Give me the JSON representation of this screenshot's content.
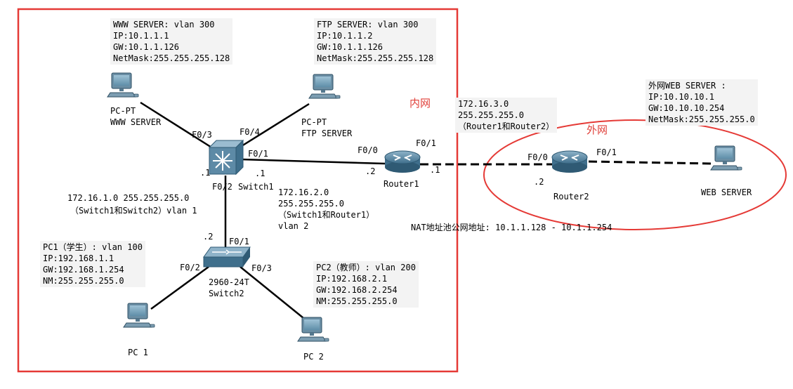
{
  "zones": {
    "inner_label": "内网",
    "outer_label": "外网"
  },
  "colors": {
    "zone_border": "#e53a36",
    "link": "#000000",
    "zone_text": "#e0403a",
    "note_bg": "#f3f3f3"
  },
  "devices": {
    "www_pc": {
      "line1": "PC-PT",
      "line2": "WWW SERVER",
      "icon": "pc-icon"
    },
    "ftp_pc": {
      "line1": "PC-PT",
      "line2": "FTP SERVER",
      "icon": "pc-icon"
    },
    "switch1": {
      "label": "Switch1",
      "icon": "multilayer-switch-icon"
    },
    "switch2": {
      "line1": "2960-24T",
      "line2": "Switch2",
      "icon": "switch-icon"
    },
    "router1": {
      "label": "Router1",
      "icon": "router-icon"
    },
    "router2": {
      "label": "Router2",
      "icon": "router-icon"
    },
    "pc1": {
      "label": "PC 1",
      "icon": "pc-icon"
    },
    "pc2": {
      "label": "PC 2",
      "icon": "pc-icon"
    },
    "web_server": {
      "label": "WEB SERVER",
      "icon": "pc-icon"
    }
  },
  "notes": {
    "www": [
      "WWW SERVER: vlan 300",
      "IP:10.1.1.1",
      "GW:10.1.1.126",
      "NetMask:255.255.255.128"
    ],
    "ftp": [
      "FTP SERVER: vlan 300",
      "IP:10.1.1.2",
      "GW:10.1.1.126",
      "NetMask:255.255.255.128"
    ],
    "r1r2": [
      "172.16.3.0",
      "255.255.255.0",
      "（Router1和Router2）"
    ],
    "outer_web": [
      "外网WEB SERVER :",
      "IP:10.10.10.1",
      "GW:10.10.10.254",
      "NetMask:255.255.255.0"
    ],
    "pc1": [
      "PC1（学生）: vlan 100",
      "IP:192.168.1.1",
      "GW:192.168.1.254",
      "NM:255.255.255.0"
    ],
    "pc2": [
      "PC2（教师）: vlan 200",
      "IP:192.168.2.1",
      "GW:192.168.2.254",
      "NM:255.255.255.0"
    ]
  },
  "texts": {
    "s1s2_net": "172.16.1.0  255.255.255.0",
    "s1s2_desc": "（Switch1和Switch2）vlan 1",
    "s1r1": [
      "172.16.2.0",
      "255.255.255.0",
      "（Switch1和Router1）",
      "vlan 2"
    ],
    "nat": "NAT地址池公网地址: 10.1.1.128 - 10.1.1.254"
  },
  "ports": {
    "sw1_www": "F0/3",
    "sw1_ftp": "F0/4",
    "sw1_r1": "F0/1",
    "sw1_sw2": "F0/2",
    "r1_sw1": "F0/0",
    "r1_r2": "F0/1",
    "r2_r1": "F0/0",
    "r2_web": "F0/1",
    "sw2_sw1": "F0/1",
    "sw2_pc1": "F0/2",
    "sw2_pc2": "F0/3"
  },
  "addresses": {
    "sw1_vlan1": ".1",
    "sw1_vlan2": ".1",
    "r1_sw1": ".2",
    "r1_r2": ".1",
    "r2_r1": ".2",
    "sw2": ".2"
  }
}
